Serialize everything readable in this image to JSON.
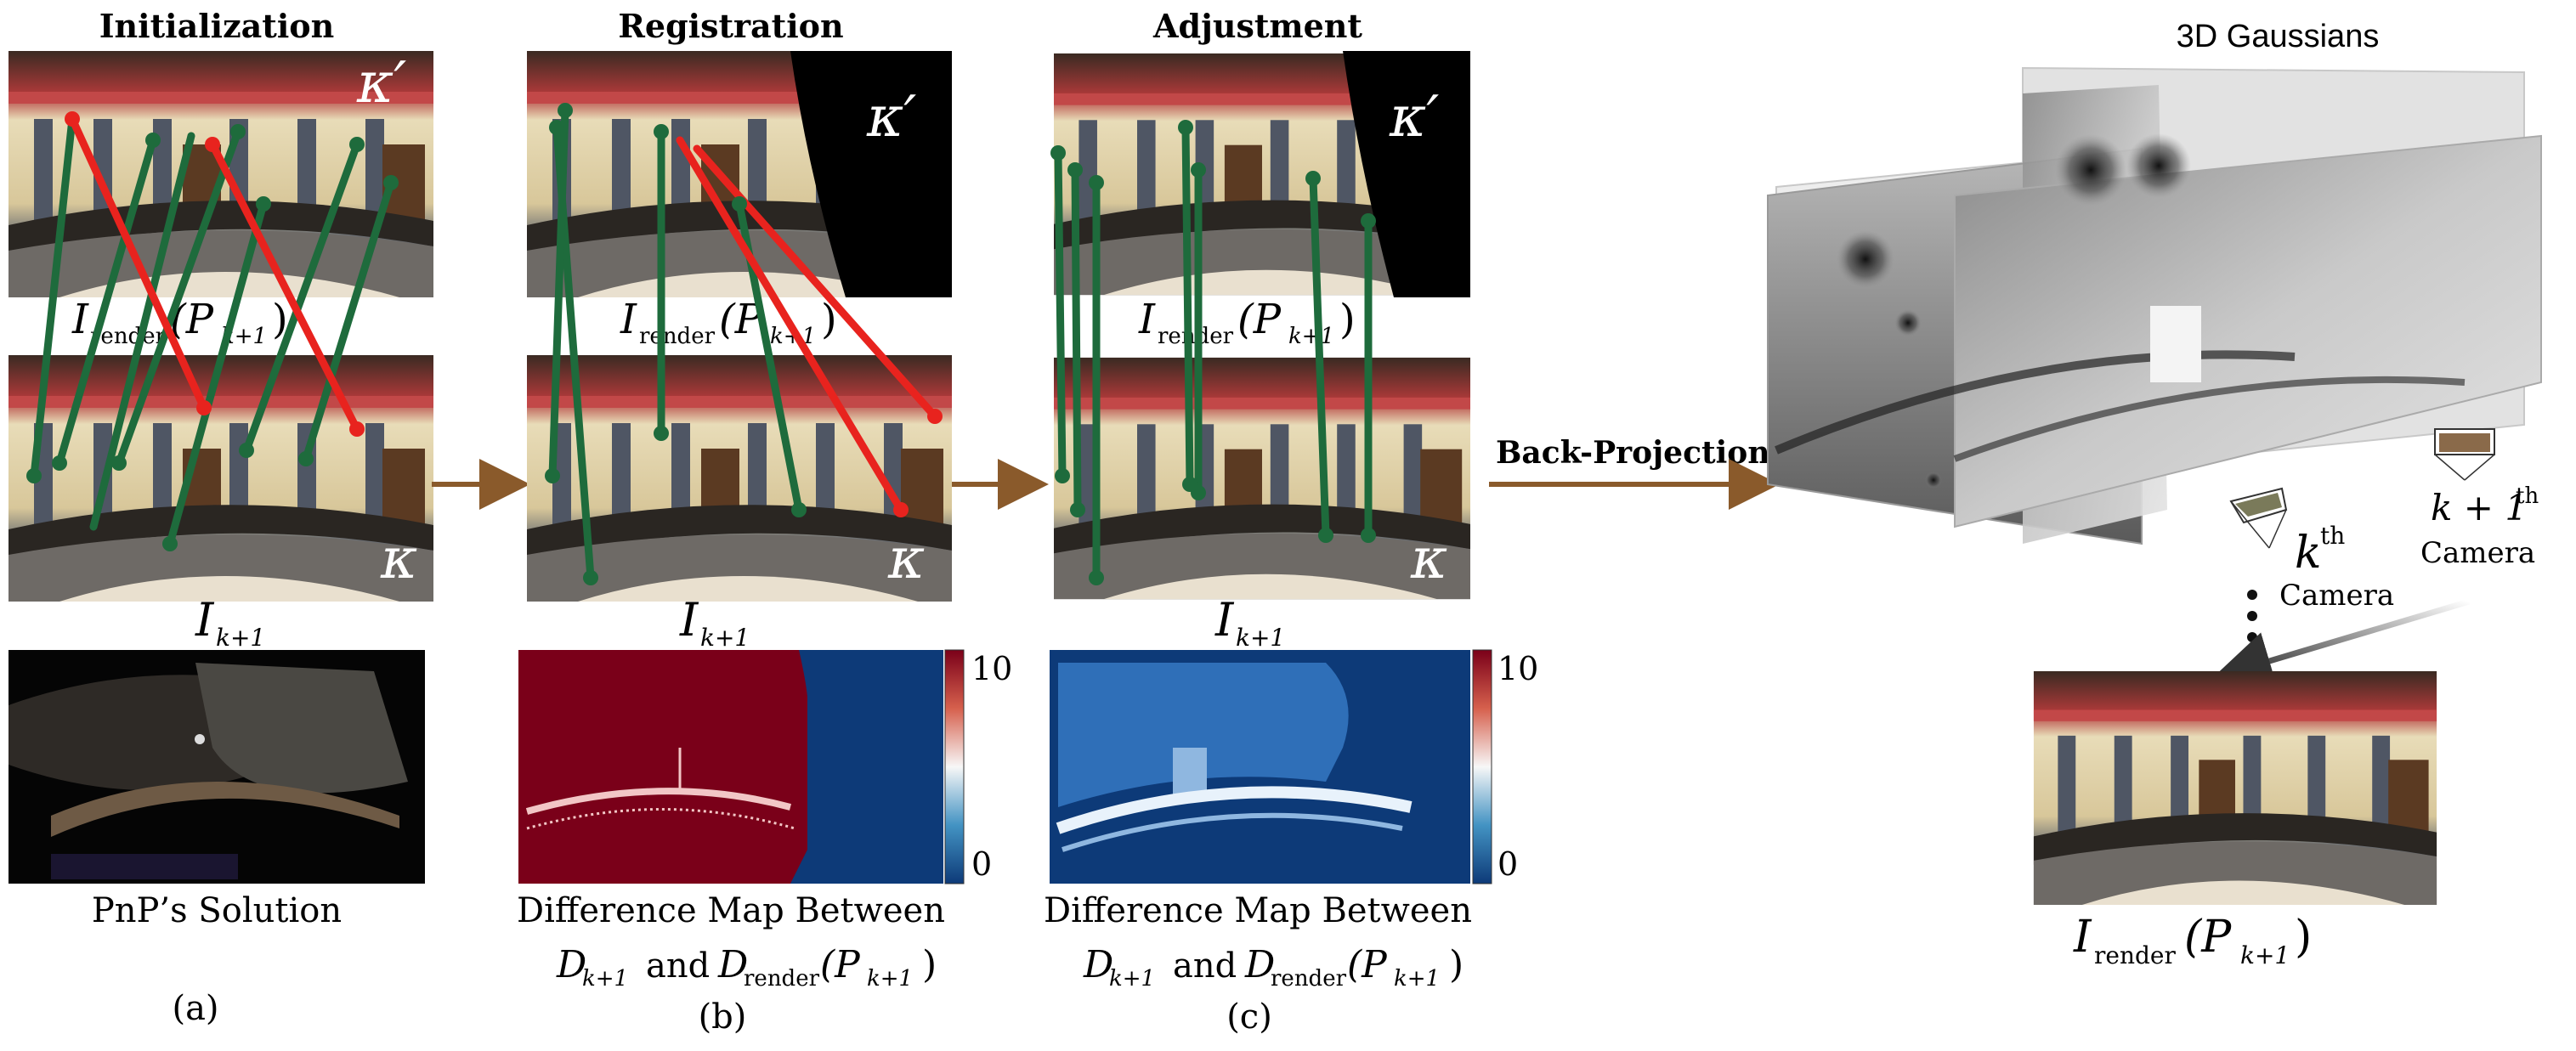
{
  "columns": {
    "init_title": "Initialization",
    "reg_title": "Registration",
    "adj_title": "Adjustment"
  },
  "labels": {
    "kappa_prime": "κ′",
    "kappa": "κ",
    "i_render": "I",
    "render_sub": "render",
    "p_k1": "(P",
    "k1_sub": "k+1",
    "close_paren": ")",
    "i_k1_main": "I",
    "i_k1_sub": "k+1",
    "pnp": "PnP’s Solution",
    "diff_line1": "Difference Map Between",
    "diff_d": "D",
    "diff_and": "and",
    "diff_drender": "D",
    "panel_a": "(a)",
    "panel_b": "(b)",
    "panel_c": "(c)",
    "backproj": "Back-Projection",
    "gaussians": "3D Gaussians",
    "kth_k": "k",
    "kth_sup": "th",
    "camera": "Camera",
    "k1_cam_prefix": "k + 1",
    "k1_cam_sup": "th"
  },
  "colorbar": {
    "max": "10",
    "min": "0"
  },
  "colors": {
    "inlier": "#1e6b3c",
    "outlier": "#e8231e",
    "arrow": "#8a5a2b",
    "heat_high": "#7a0019",
    "heat_low": "#0d3a78"
  },
  "icons": [
    "camera-icon",
    "colorbar",
    "arrow-right-icon"
  ]
}
